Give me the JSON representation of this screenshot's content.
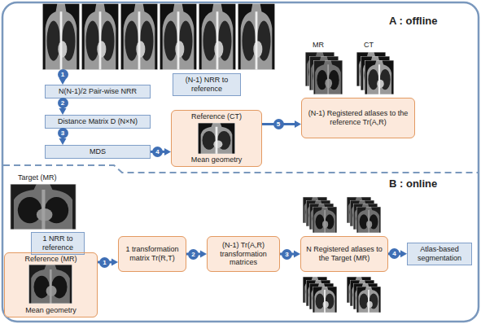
{
  "diagram": {
    "nodes": [
      {
        "text": [
          "A : offline"
        ]
      },
      {
        "text": [
          "N(N-1)/2 Pair-wise NRR"
        ],
        "in": 0
      },
      {
        "text": [
          "Distance Matrix D (N×N)"
        ],
        "in": 0
      },
      {
        "text": [
          "MDS"
        ],
        "in": 0
      },
      {
        "text": [
          "(N-1) NRR to reference"
        ],
        "in": 0
      },
      {
        "text": [
          "Reference (CT)",
          "Mean geometry"
        ],
        "in": 0
      },
      {
        "text": [
          "(N-1) Registered atlases to the reference Tr(A,R)"
        ],
        "in": 0
      },
      {
        "text": [
          "B : online"
        ]
      },
      {
        "text": [
          "1 NRR to reference"
        ],
        "in": 7
      },
      {
        "text": [
          "Reference (MR)",
          "Mean geometry"
        ],
        "in": 7
      },
      {
        "text": [
          "1 transformation matrix Tr(R,T)"
        ],
        "in": 7
      },
      {
        "text": [
          "(N-1) Tr(A,R) transformation matrices"
        ],
        "in": 7
      },
      {
        "text": [
          "N Registered atlases to the Target (MR)"
        ],
        "in": 7
      },
      {
        "text": [
          "Atlas-based segmentation"
        ],
        "in": 7
      }
    ],
    "edges": [
      {
        "from": 1,
        "to": 2,
        "arrow": "to",
        "label": "2"
      },
      {
        "from": 2,
        "to": 3,
        "arrow": "to",
        "label": "3"
      },
      {
        "from": 3,
        "to": 5,
        "arrow": "to",
        "label": "4"
      },
      {
        "from": 5,
        "to": 6,
        "arrow": "to",
        "label": "5"
      },
      {
        "from": 9,
        "to": 10,
        "arrow": "to",
        "label": "1"
      },
      {
        "from": 10,
        "to": 11,
        "arrow": "to",
        "label": "2"
      },
      {
        "from": 11,
        "to": 12,
        "arrow": "to",
        "label": "3"
      },
      {
        "from": 12,
        "to": 13,
        "arrow": "to",
        "label": "4"
      }
    ],
    "labels": [
      "1",
      "MR",
      "CT",
      "Target (MR)"
    ]
  }
}
